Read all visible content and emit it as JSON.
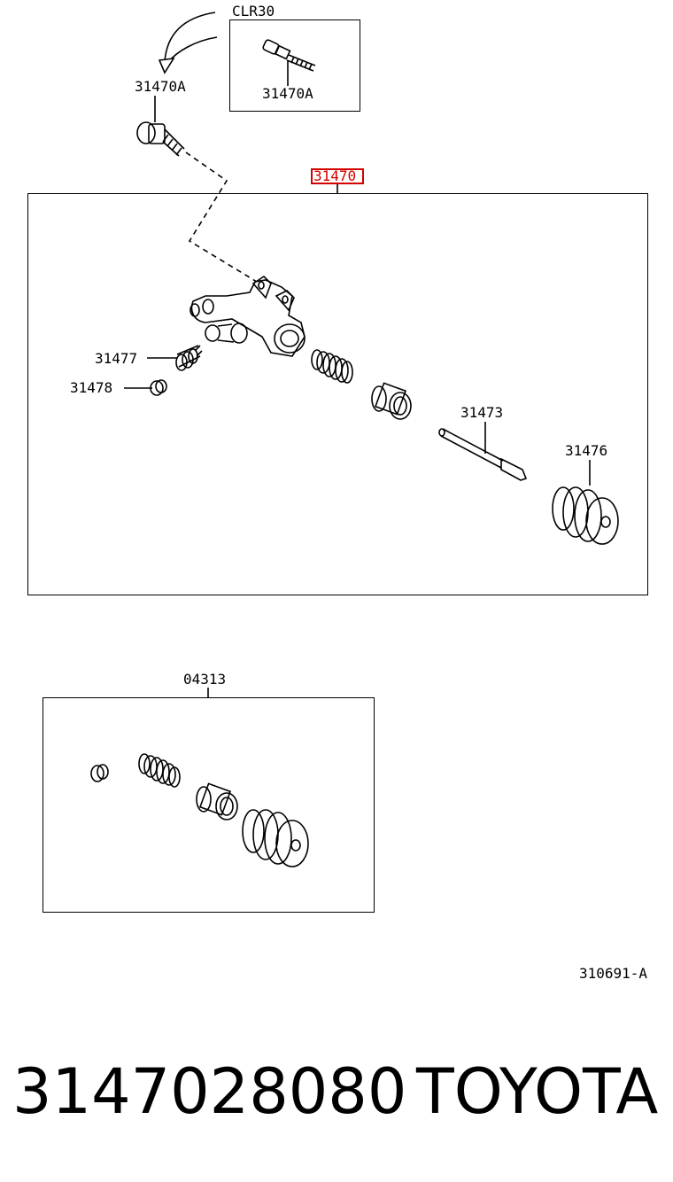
{
  "callouts": {
    "clr30": "CLR30",
    "bolt_variant_inset": "31470A",
    "bolt_variant": "31470A",
    "assembly": "31470",
    "bleeder_plug": "31477",
    "bleeder_cap": "31478",
    "push_rod": "31473",
    "boot": "31476",
    "repair_kit": "04313"
  },
  "drawing_id": "310691-A",
  "footer": {
    "part_number": "3147028080",
    "brand": "TOYOTA"
  },
  "highlight_color": "#d40000"
}
